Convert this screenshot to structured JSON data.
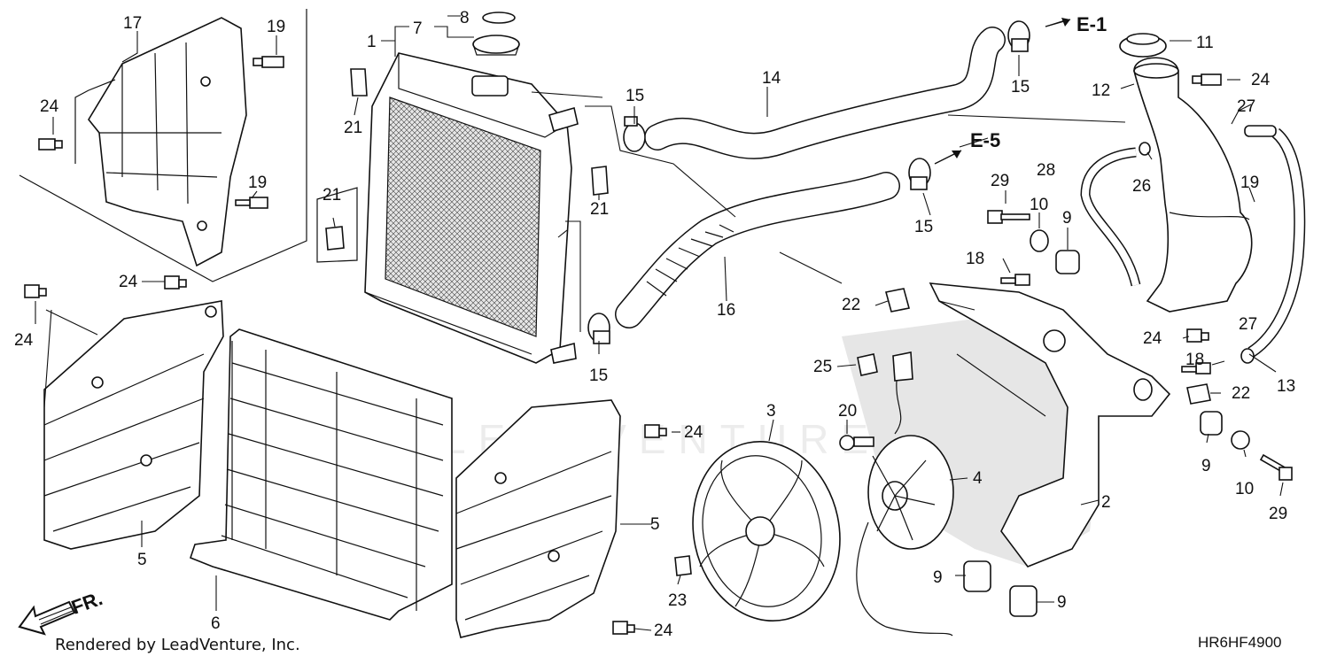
{
  "callouts": [
    {
      "label": "1"
    },
    {
      "label": "2"
    },
    {
      "label": "3"
    },
    {
      "label": "4"
    },
    {
      "label": "5"
    },
    {
      "label": "5"
    },
    {
      "label": "6"
    },
    {
      "label": "7"
    },
    {
      "label": "8"
    },
    {
      "label": "9"
    },
    {
      "label": "9"
    },
    {
      "label": "9"
    },
    {
      "label": "9"
    },
    {
      "label": "10"
    },
    {
      "label": "10"
    },
    {
      "label": "11"
    },
    {
      "label": "12"
    },
    {
      "label": "13"
    },
    {
      "label": "14"
    },
    {
      "label": "15"
    },
    {
      "label": "15"
    },
    {
      "label": "15"
    },
    {
      "label": "15"
    },
    {
      "label": "16"
    },
    {
      "label": "17"
    },
    {
      "label": "18"
    },
    {
      "label": "18"
    },
    {
      "label": "19"
    },
    {
      "label": "19"
    },
    {
      "label": "19"
    },
    {
      "label": "20"
    },
    {
      "label": "21"
    },
    {
      "label": "21"
    },
    {
      "label": "21"
    },
    {
      "label": "22"
    },
    {
      "label": "22"
    },
    {
      "label": "23"
    },
    {
      "label": "24"
    },
    {
      "label": "24"
    },
    {
      "label": "24"
    },
    {
      "label": "24"
    },
    {
      "label": "24"
    },
    {
      "label": "24"
    },
    {
      "label": "24"
    },
    {
      "label": "25"
    },
    {
      "label": "26"
    },
    {
      "label": "27"
    },
    {
      "label": "27"
    },
    {
      "label": "28"
    },
    {
      "label": "29"
    },
    {
      "label": "29"
    }
  ],
  "references": {
    "e1": "E-1",
    "e5": "E-5"
  },
  "direction_label": "FR.",
  "watermark": "LEADVENTURE",
  "credit": "Rendered by LeadVenture, Inc.",
  "diagram_code": "HR6HF4900"
}
